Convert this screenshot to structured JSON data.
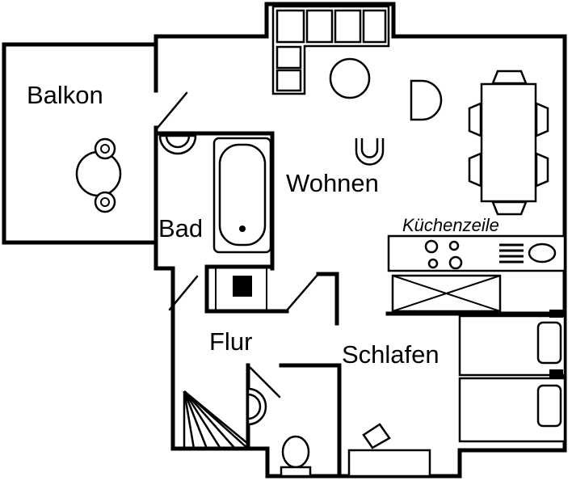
{
  "page": {
    "type": "apartment-floorplan",
    "colors": {
      "line": "#000000",
      "background": "#ffffff"
    }
  },
  "floorplan": {
    "rooms": [
      {
        "id": "balkon",
        "label": "Balkon"
      },
      {
        "id": "bad",
        "label": "Bad"
      },
      {
        "id": "wohnen",
        "label": "Wohnen"
      },
      {
        "id": "kuechenzeile",
        "label": "Küchenzeile"
      },
      {
        "id": "flur",
        "label": "Flur"
      },
      {
        "id": "schlafen",
        "label": "Schlafen"
      }
    ],
    "furniture_icons": [
      "balcony-table-icon",
      "balcony-chair-icon",
      "bathtub-icon",
      "washbasin-icon",
      "sofa-icon",
      "coffee-table-icon",
      "armchair-icon",
      "side-chair-icon",
      "dining-table-icon",
      "dining-chair-icon",
      "kitchen-counter-icon",
      "cooktop-icon",
      "kitchen-sink-icon",
      "wardrobe-icon",
      "bed-icon",
      "pillow-icon",
      "desk-icon",
      "desk-chair-icon",
      "toilet-icon",
      "wc-sink-icon",
      "stairs-icon",
      "door-swing-icon"
    ]
  }
}
